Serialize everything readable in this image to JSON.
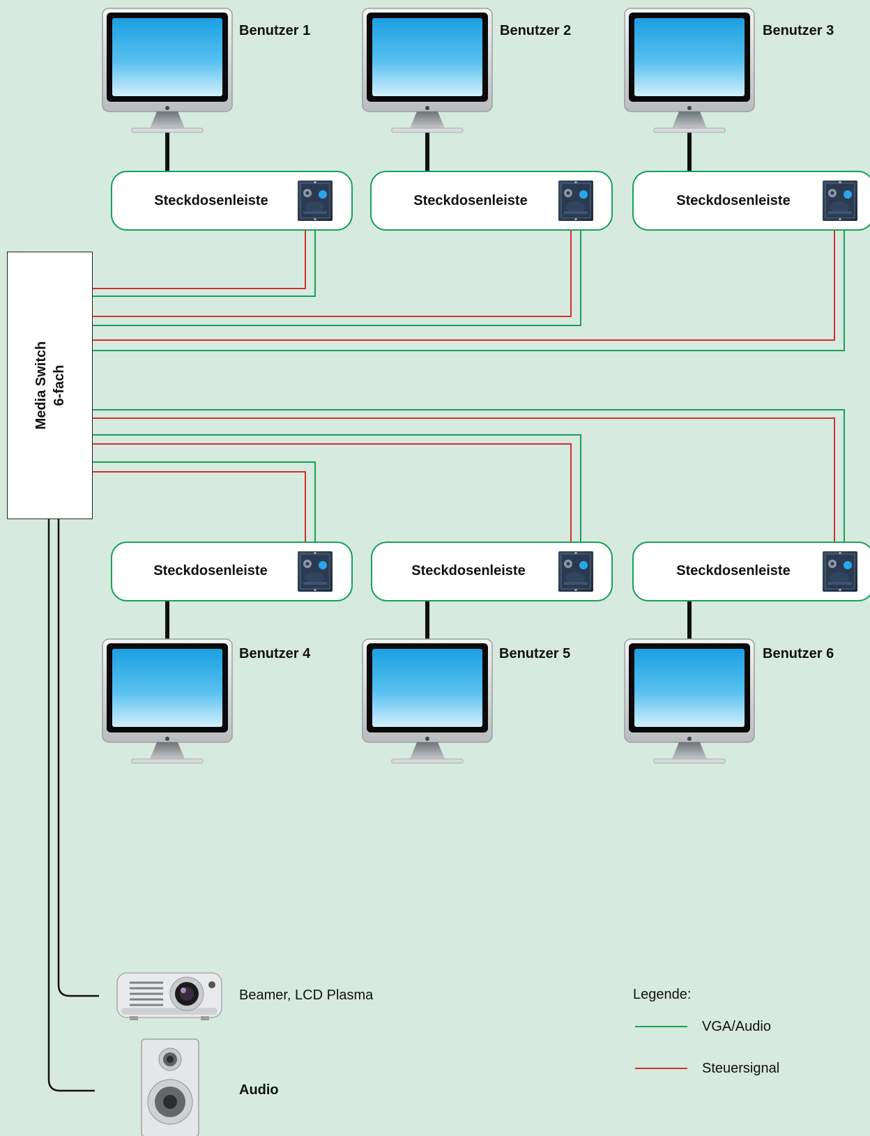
{
  "media_switch": {
    "line1": "Media Switch",
    "line2": "6-fach"
  },
  "users": [
    "Benutzer 1",
    "Benutzer 2",
    "Benutzer 3",
    "Benutzer 4",
    "Benutzer 5",
    "Benutzer 6"
  ],
  "strip_label": "Steckdosenleiste",
  "outputs": {
    "beamer": "Beamer, LCD Plasma",
    "audio": "Audio"
  },
  "legend": {
    "title": "Legende:",
    "vga_audio": "VGA/Audio",
    "steuersignal": "Steuersignal"
  },
  "colors": {
    "background": "#d6eadf",
    "vga_audio_line": "#19a05a",
    "control_line": "#d23030",
    "strip_border": "#19a05a"
  },
  "icons": [
    "monitor-icon",
    "wall-socket-icon",
    "projector-icon",
    "speaker-icon"
  ]
}
